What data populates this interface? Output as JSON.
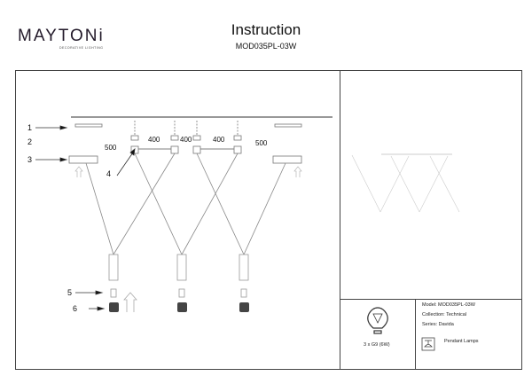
{
  "header": {
    "brand": "MAYTONi",
    "brand_tagline": "DECORATIVE LIGHTING",
    "title": "Instruction",
    "model": "MOD035PL-03W"
  },
  "diagram": {
    "part_labels": [
      "1",
      "2",
      "3",
      "4",
      "5",
      "6"
    ],
    "dimensions": [
      "500",
      "400",
      "400",
      "400",
      "500"
    ]
  },
  "spec": {
    "bulb": "3 x G9 (6W)",
    "model": "Model: MOD035PL-03W",
    "collection": "Collection: Technical",
    "series": "Series: Davida",
    "type": "Pendant Lamps"
  }
}
